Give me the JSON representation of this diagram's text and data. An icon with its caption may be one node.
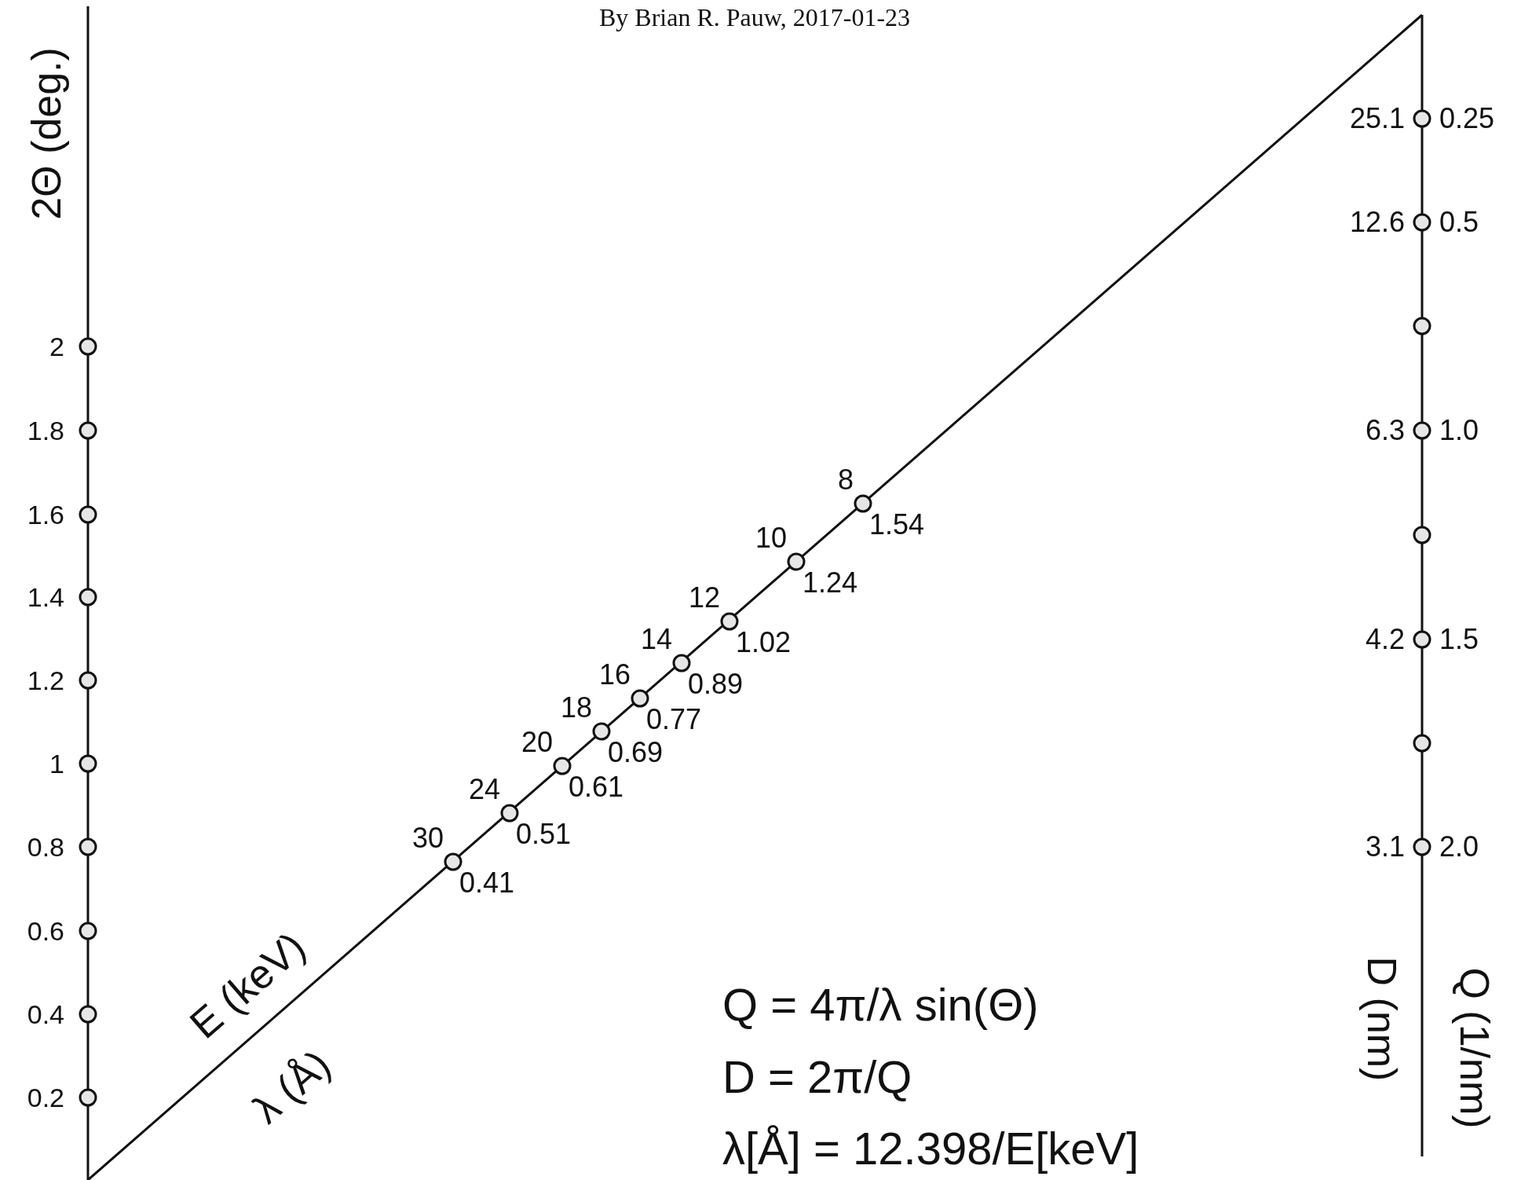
{
  "diagram": {
    "labels": [
      "By Brian R. Pauw, 2017-01-23",
      "2Θ (deg.)",
      "2",
      "1.8",
      "1.6",
      "1.4",
      "1.2",
      "1",
      "0.8",
      "0.6",
      "0.4",
      "0.2",
      "8",
      "1.54",
      "10",
      "1.24",
      "12",
      "1.02",
      "14",
      "0.89",
      "16",
      "0.77",
      "18",
      "0.69",
      "20",
      "0.61",
      "24",
      "0.51",
      "30",
      "0.41",
      "E (keV)",
      "λ (Å)",
      "25.1",
      "0.25",
      "12.6",
      "0.5",
      "6.3",
      "1.0",
      "4.2",
      "1.5",
      "3.1",
      "2.0",
      "D (nm)",
      "Q (1/nm)",
      "Q = 4π/λ sin(Θ)",
      "D = 2π/Q",
      "λ[Å] = 12.398/E[keV]"
    ]
  }
}
